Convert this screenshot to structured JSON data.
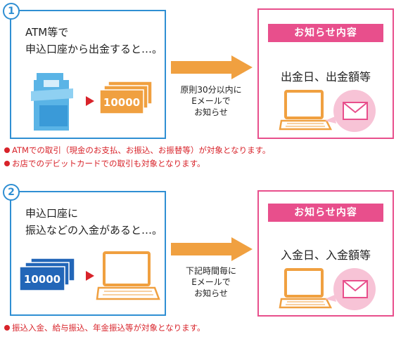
{
  "step1": {
    "number": "1",
    "title": "ATM等で\n申込口座から出金すると…。",
    "banknote_amount": "10000",
    "arrow_caption": "原則30分以内に\nEメールで\nお知らせ",
    "notice_header": "お知らせ内容",
    "notice_detail": "出金日、出金額等",
    "notes": [
      "ATMでの取引（現金のお支払、お振込、お振替等）が対象となります。",
      "お店でのデビットカードでの取引も対象となります。"
    ]
  },
  "step2": {
    "number": "2",
    "title": "申込口座に\n振込などの入金があると…。",
    "banknote_amount": "10000",
    "arrow_caption": "下記時間毎に\nEメールで\nお知らせ",
    "notice_header": "お知らせ内容",
    "notice_detail": "入金日、入金額等",
    "notes": [
      "振込入金、給与振込、年金振込等が対象となります。"
    ]
  },
  "colors": {
    "step_border": "#2f8fd3",
    "notice_border": "#e84f8c",
    "arrow": "#f0a040",
    "note_text": "#d8232a",
    "laptop": "#f0a040",
    "banknote_orange": "#f0a040",
    "banknote_blue": "#2266b8",
    "bubble": "#f7c3d6"
  },
  "icons": [
    "number-circle-icon",
    "atm-icon",
    "banknote-icon",
    "arrow-right-icon",
    "laptop-icon",
    "email-bubble-icon",
    "red-dot-icon"
  ]
}
